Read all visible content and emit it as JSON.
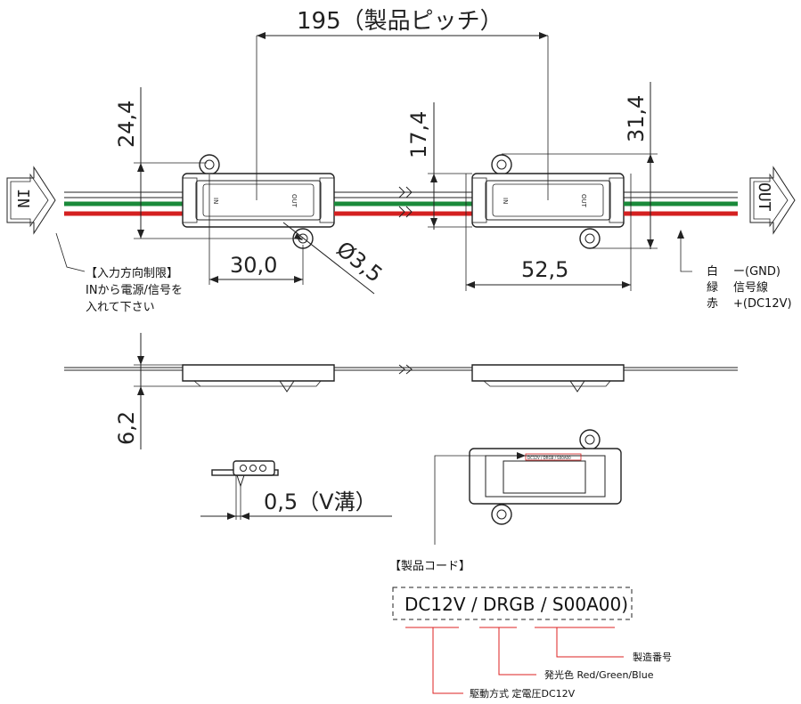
{
  "dimensions": {
    "pitch": "195（製品ピッチ）",
    "height_left": "24,4",
    "height_mid": "17,4",
    "height_right": "31,4",
    "width_30": "30,0",
    "hole": "Ø3,5",
    "length": "52,5",
    "thickness": "6,2",
    "groove": "0,5（V溝）"
  },
  "io": {
    "in": "IN",
    "out": "OUT"
  },
  "direction_note": [
    "【入力方向制限】",
    "INから電源/信号を",
    "入れて下さい"
  ],
  "wires": [
    {
      "color_name": "白",
      "signal": "ー(GND)",
      "color": "#ffffff"
    },
    {
      "color_name": "緑",
      "signal": "信号線",
      "color": "#1a8a3a"
    },
    {
      "color_name": "赤",
      "signal": "+(DC12V)",
      "color": "#d42020"
    }
  ],
  "module_labels": {
    "in": "IN",
    "out": "OUT"
  },
  "product_code": {
    "heading": "【製品コード】",
    "code": "DC12V / DRGB / S00A00)",
    "serial_label": "製造番号",
    "color_label": "発光色  Red/Green/Blue",
    "drive_label": "駆動方式  定電圧DC12V",
    "sticker": "DC12V / DRGB / S00A00"
  },
  "accent_color": "#d42020"
}
